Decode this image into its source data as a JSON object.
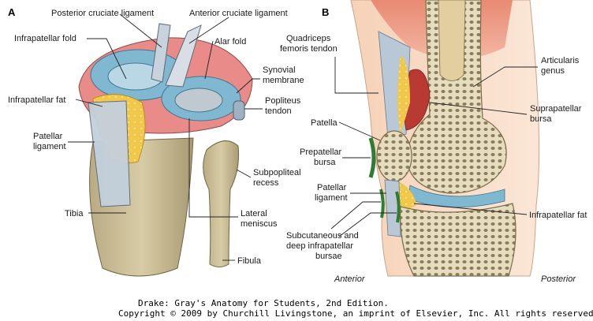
{
  "panels": {
    "a": "A",
    "b": "B"
  },
  "labels_a": {
    "posterior_cruciate": "Posterior cruciate ligament",
    "anterior_cruciate": "Anterior cruciate ligament",
    "infrapatellar_fold": "Infrapatellar fold",
    "alar_fold": "Alar fold",
    "synovial_membrane_1": "Synovial",
    "synovial_membrane_2": "membrane",
    "infrapatellar_fat": "Infrapatellar fat",
    "popliteus_tendon_1": "Popliteus",
    "popliteus_tendon_2": "tendon",
    "patellar_ligament_1": "Patellar",
    "patellar_ligament_2": "ligament",
    "subpopliteal_recess_1": "Subpopliteal",
    "subpopliteal_recess_2": "recess",
    "tibia": "Tibia",
    "lateral_meniscus_1": "Lateral",
    "lateral_meniscus_2": "meniscus",
    "fibula": "Fibula"
  },
  "labels_b": {
    "quadriceps_1": "Quadriceps",
    "quadriceps_2": "femoris tendon",
    "articularis_1": "Articularis",
    "articularis_2": "genus",
    "suprapatellar_1": "Suprapatellar",
    "suprapatellar_2": "bursa",
    "patella": "Patella",
    "prepatellar_1": "Prepatellar",
    "prepatellar_2": "bursa",
    "patellar_ligament_1": "Patellar",
    "patellar_ligament_2": "ligament",
    "infrapatellar_fat": "Infrapatellar fat",
    "subcutaneous_1": "Subcutaneous and",
    "subcutaneous_2": "deep infrapatellar",
    "subcutaneous_3": "bursae",
    "anterior": "Anterior",
    "posterior": "Posterior"
  },
  "credit": {
    "line1": "Drake: Gray's Anatomy for Students, 2nd Edition.",
    "line2": "Copyright © 2009 by Churchill Livingstone, an imprint of Elsevier, Inc. All rights reserved."
  }
}
